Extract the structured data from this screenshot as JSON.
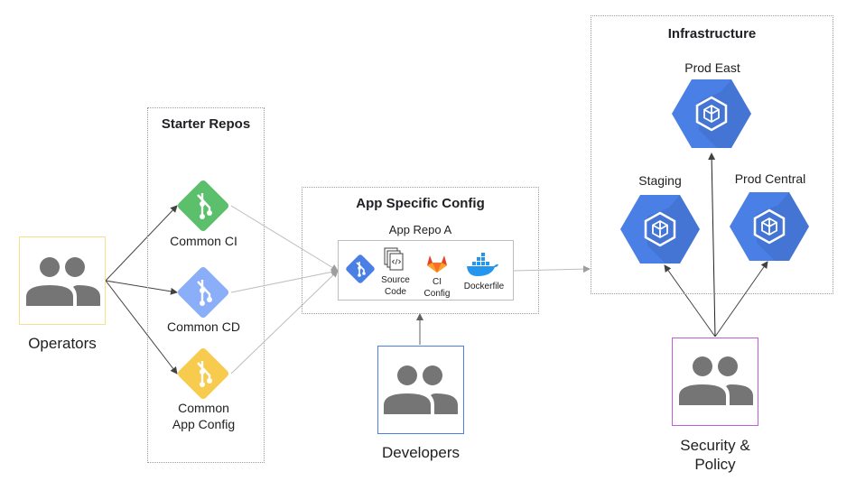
{
  "operators": {
    "label": "Operators",
    "border_color": "#f6e08a"
  },
  "starter_repos": {
    "title": "Starter Repos",
    "items": [
      {
        "label": "Common CI",
        "color": "#5bbf6b"
      },
      {
        "label": "Common CD",
        "color": "#8aaef7"
      },
      {
        "label_line1": "Common",
        "label_line2": "App Config",
        "color": "#f7cb4d"
      }
    ]
  },
  "app_config": {
    "title": "App Specific Config",
    "repo_label": "App Repo A",
    "items": [
      {
        "label_line1": "Source",
        "label_line2": "Code",
        "icon": "source-code-icon"
      },
      {
        "label_line1": "CI",
        "label_line2": "Config",
        "icon": "gitlab-icon"
      },
      {
        "label": "Dockerfile",
        "icon": "docker-icon"
      }
    ],
    "git_color": "#4a7fe6"
  },
  "developers": {
    "label": "Developers",
    "border_color": "#4a7fe6"
  },
  "infrastructure": {
    "title": "Infrastructure",
    "clusters": [
      {
        "label": "Prod East"
      },
      {
        "label": "Staging"
      },
      {
        "label": "Prod Central"
      }
    ],
    "cluster_color": "#4a7fe6"
  },
  "security": {
    "label_line1": "Security &",
    "label_line2": "Policy",
    "border_color": "#c15ddd"
  }
}
